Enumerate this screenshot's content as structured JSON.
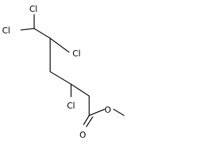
{
  "molecule": {
    "atoms": {
      "cl_top": "Cl",
      "cl_left": "Cl",
      "cl_mid": "Cl",
      "cl_low": "Cl",
      "o_carbonyl": "O",
      "o_ester": "O"
    },
    "colors": {
      "bond": "#000000",
      "text": "#000000",
      "background": "#ffffff"
    }
  }
}
